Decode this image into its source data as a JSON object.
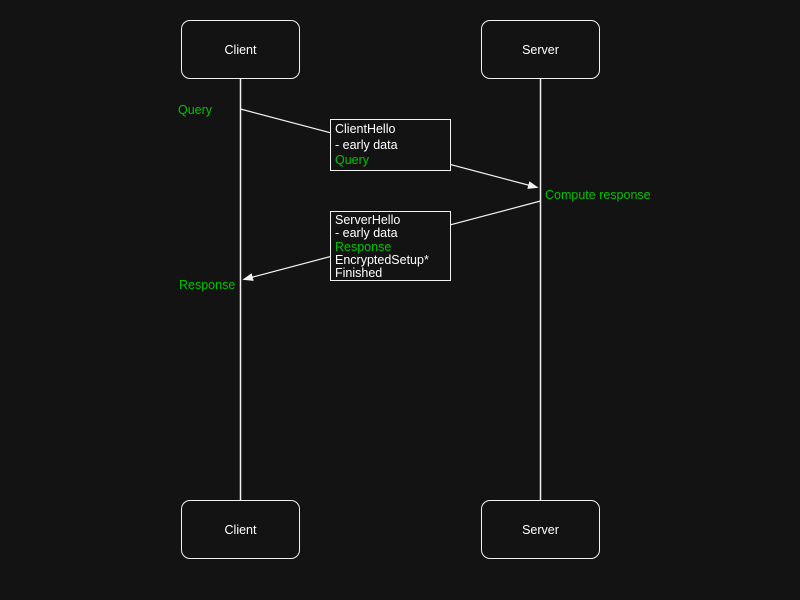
{
  "colors": {
    "background": "#131313",
    "line": "#f2f2f2",
    "text": "#ffffff",
    "accent_green": "#00c300"
  },
  "diagram": {
    "type": "sequence",
    "actors": {
      "top_client": "Client",
      "top_server": "Server",
      "bottom_client": "Client",
      "bottom_server": "Server"
    },
    "annotations": {
      "query": "Query",
      "compute_response": "Compute response",
      "response": "Response"
    },
    "messages": {
      "client_hello": {
        "from": "Client",
        "to": "Server",
        "lines": [
          {
            "text": "ClientHello",
            "color": "white"
          },
          {
            "text": "- early data",
            "color": "white"
          },
          {
            "text": "Query",
            "color": "green"
          }
        ]
      },
      "server_hello": {
        "from": "Server",
        "to": "Client",
        "lines": [
          {
            "text": "ServerHello",
            "color": "white"
          },
          {
            "text": "- early data",
            "color": "white"
          },
          {
            "text": "Response",
            "color": "green"
          },
          {
            "text": "EncryptedSetup*",
            "color": "white"
          },
          {
            "text": "Finished",
            "color": "white"
          }
        ]
      }
    }
  }
}
